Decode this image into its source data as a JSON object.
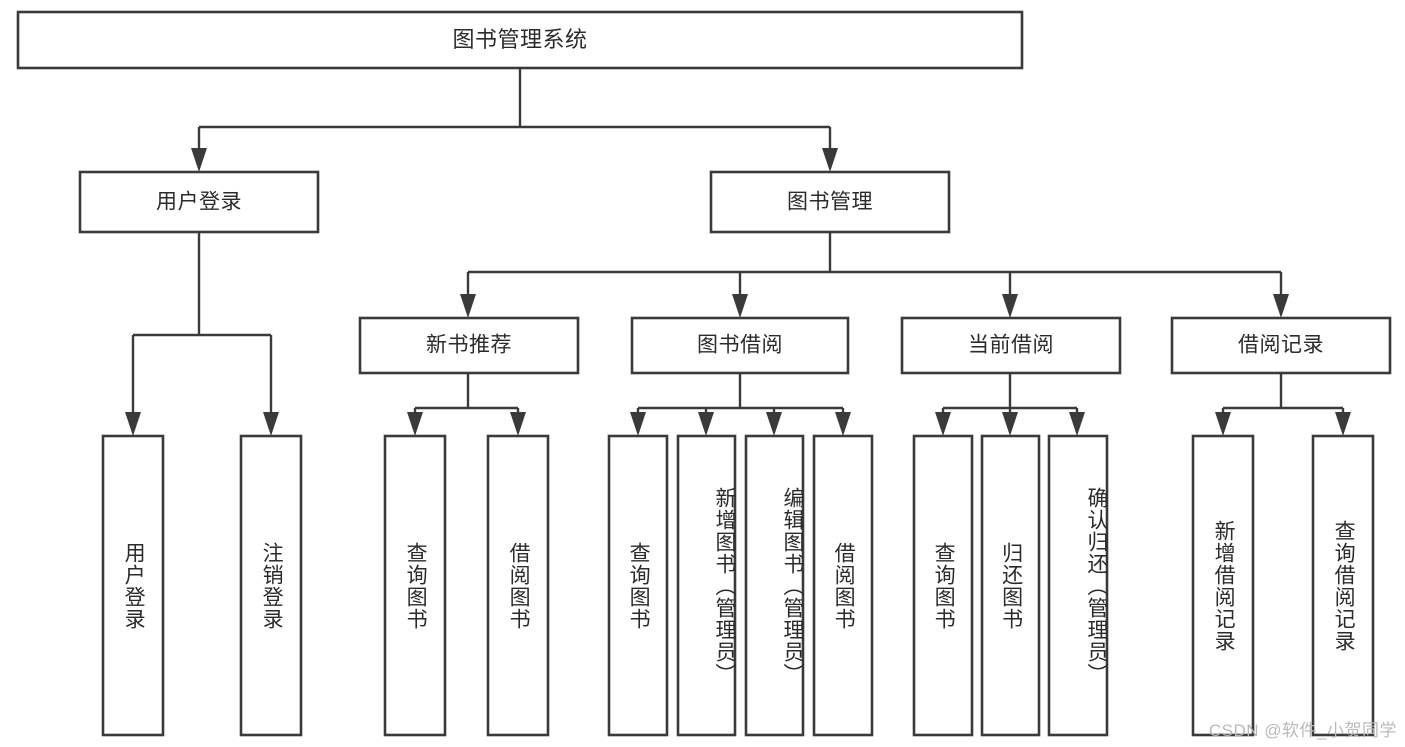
{
  "diagram": {
    "type": "tree-hierarchy",
    "title": "图书管理系统",
    "root": {
      "label": "图书管理系统",
      "name": "root-node"
    },
    "level1": [
      {
        "label": "用户登录",
        "name": "node-user-login"
      },
      {
        "label": "图书管理",
        "name": "node-book-management"
      }
    ],
    "level2": [
      {
        "label": "新书推荐",
        "name": "node-new-book-recommend"
      },
      {
        "label": "图书借阅",
        "name": "node-book-borrow"
      },
      {
        "label": "当前借阅",
        "name": "node-current-borrow"
      },
      {
        "label": "借阅记录",
        "name": "node-borrow-record"
      }
    ],
    "leaves": {
      "user_login": [
        {
          "label": "用户登录",
          "name": "leaf-user-login"
        },
        {
          "label": "注销登录",
          "name": "leaf-logout"
        }
      ],
      "new_book_recommend": [
        {
          "label": "查询图书",
          "name": "leaf-query-book-1"
        },
        {
          "label": "借阅图书",
          "name": "leaf-borrow-book-1"
        }
      ],
      "book_borrow": [
        {
          "label": "查询图书",
          "name": "leaf-query-book-2"
        },
        {
          "label": "新增图书（管理员）",
          "name": "leaf-add-book-admin"
        },
        {
          "label": "编辑图书（管理员）",
          "name": "leaf-edit-book-admin"
        },
        {
          "label": "借阅图书",
          "name": "leaf-borrow-book-2"
        }
      ],
      "current_borrow": [
        {
          "label": "查询图书",
          "name": "leaf-query-book-3"
        },
        {
          "label": "归还图书",
          "name": "leaf-return-book"
        },
        {
          "label": "确认归还（管理员）",
          "name": "leaf-confirm-return-admin"
        }
      ],
      "borrow_record": [
        {
          "label": "新增借阅记录",
          "name": "leaf-add-borrow-record"
        },
        {
          "label": "查询借阅记录",
          "name": "leaf-query-borrow-record"
        }
      ]
    },
    "watermark": "CSDN @软件_小贺同学",
    "colors": {
      "background": "#ffffff",
      "box_fill": "#ffffff",
      "box_stroke": "#3a3a3a",
      "text": "#2b2b2b",
      "watermark": "#b9b9b9"
    }
  }
}
